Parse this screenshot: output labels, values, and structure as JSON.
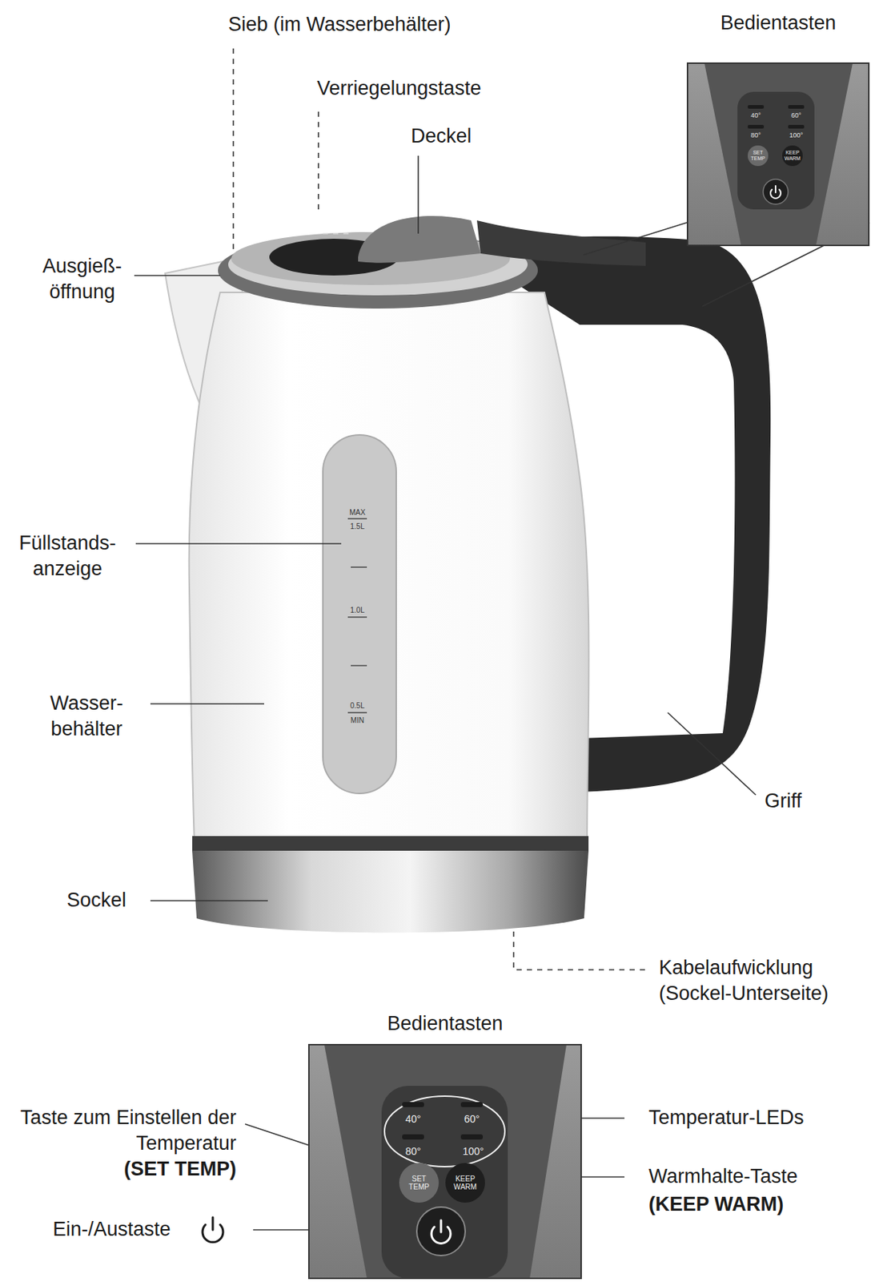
{
  "diagram": {
    "nodes": [
      {
        "text": [
          "Bedientasten"
        ]
      },
      {
        "text": [
          "Bedientasten"
        ]
      }
    ],
    "labels": [
      "Sieb (im Wasserbehälter)",
      "Verriegelungstaste",
      "Deckel",
      "Ausgieß- öffnung",
      "Füllstands- anzeige",
      "Wasser- behälter",
      "Sockel",
      "Griff",
      "Kabelaufwicklung (Sockel-Unterseite)",
      "MAX",
      "1.5L",
      "1.0L",
      "0.5L",
      "MIN",
      "40°",
      "60°",
      "80°",
      "100°",
      "SET TEMP",
      "KEEP WARM",
      "Taste zum Einstellen der Temperatur",
      "(SET TEMP)",
      "Ein-/Austaste",
      "Temperatur-LEDs",
      "Warmhalte-Taste",
      "(KEEP WARM)",
      "40°",
      "60°",
      "80°",
      "100°",
      "SET TEMP",
      "KEEP WARM"
    ]
  }
}
